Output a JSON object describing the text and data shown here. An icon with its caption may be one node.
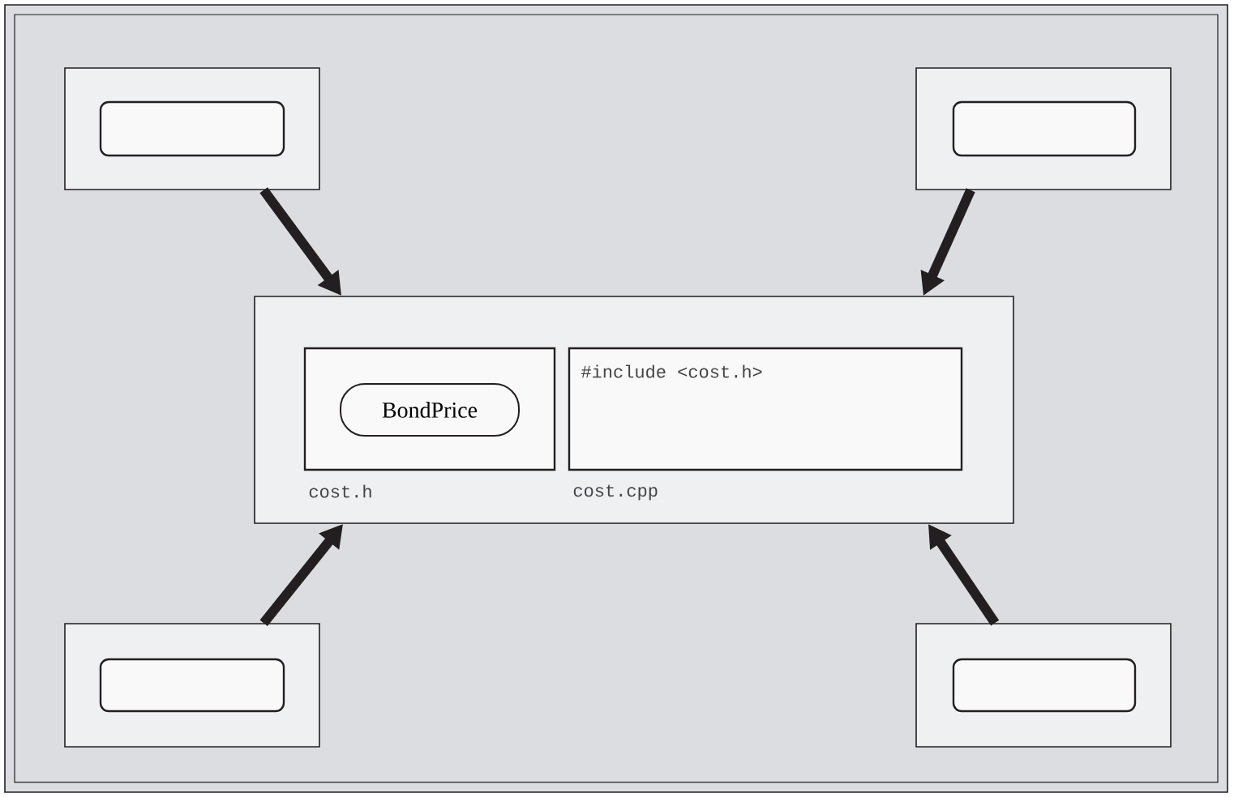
{
  "diagram": {
    "nodes": [
      {
        "text": [],
        "shape": "box"
      },
      {
        "text": [],
        "shape": "box",
        "in": 0
      },
      {
        "text": [],
        "shape": "box"
      },
      {
        "text": [],
        "shape": "box",
        "in": 2
      },
      {
        "text": [],
        "shape": "box"
      },
      {
        "text": [
          "cost.h"
        ],
        "in": 4
      },
      {
        "text": [
          "BondPrice"
        ],
        "in": 5
      },
      {
        "text": [
          "#include <cost.h>",
          "cost.cpp"
        ],
        "in": 4
      },
      {
        "text": [],
        "shape": "box"
      },
      {
        "text": [],
        "shape": "box",
        "in": 8
      },
      {
        "text": [],
        "shape": "box"
      },
      {
        "text": [],
        "shape": "box",
        "in": 10
      }
    ],
    "edges": [
      {
        "from": 0,
        "to": 4,
        "arrow": "to"
      },
      {
        "from": 2,
        "to": 4,
        "arrow": "to"
      },
      {
        "from": 8,
        "to": 4,
        "arrow": "to"
      },
      {
        "from": 10,
        "to": 4,
        "arrow": "to"
      }
    ]
  }
}
